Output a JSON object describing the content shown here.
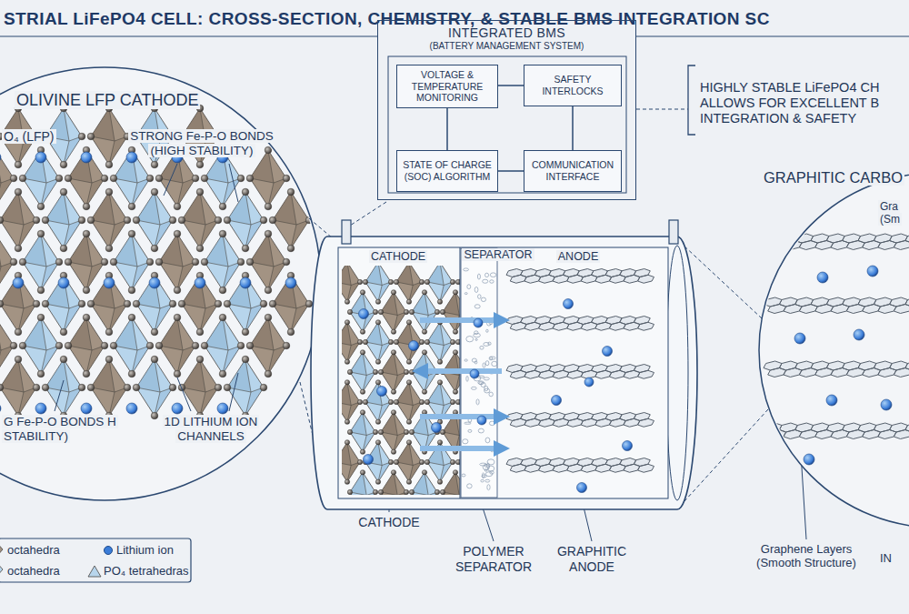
{
  "diagram": {
    "title": "STRIAL LiFePO4 CELL: CROSS-SECTION, CHEMISTRY, & STABLE BMS INTEGRATION SC",
    "nodes": [
      {
        "text": [
          "INTEGRATED BMS",
          "(BATTERY MANAGEMENT SYSTEM)"
        ]
      },
      {
        "text": [
          "VOLTAGE & TEMPERATURE MONITORING"
        ],
        "in": 0
      },
      {
        "text": [
          "SAFETY INTERLOCKS"
        ],
        "in": 0
      },
      {
        "text": [
          "STATE OF CHARGE (SOC) ALGORITHM"
        ],
        "in": 0
      },
      {
        "text": [
          "COMMUNICATION INTERFACE"
        ],
        "in": 0
      }
    ],
    "edges": [
      {
        "from": 1,
        "to": 2,
        "arrow": "none"
      },
      {
        "from": 1,
        "to": 3,
        "arrow": "none"
      },
      {
        "from": 2,
        "to": 4,
        "arrow": "none"
      },
      {
        "from": 3,
        "to": 4,
        "arrow": "none"
      }
    ],
    "labels": [
      "O₄ (LFP)",
      "STRONG Fe-P-O BONDS (HIGH STABILITY)",
      "G Fe-P-O BONDS H STABILITY)",
      "1D LITHIUM ION CHANNELS",
      "OLIVINE LFP CATHODE",
      "CATHODE",
      "SEPARATOR",
      "ANODE",
      "CATHODE",
      "POLYMER SEPARATOR",
      "GRAPHITIC ANODE",
      "HIGHLY STABLE LiFePO4 CH ALLOWS FOR EXCELLENT B INTEGRATION & SAFETY",
      "GRAPHITIC CARBO",
      "Gra (Sm",
      "Graphene Layers (Smooth Structure)",
      "IN"
    ],
    "legend": [
      {
        "text": "octahedra"
      },
      {
        "text": "Lithium ion",
        "color": "#3b7dd8"
      },
      {
        "text": "octahedra"
      },
      {
        "text": "PO₄ tetrahedras"
      }
    ]
  }
}
